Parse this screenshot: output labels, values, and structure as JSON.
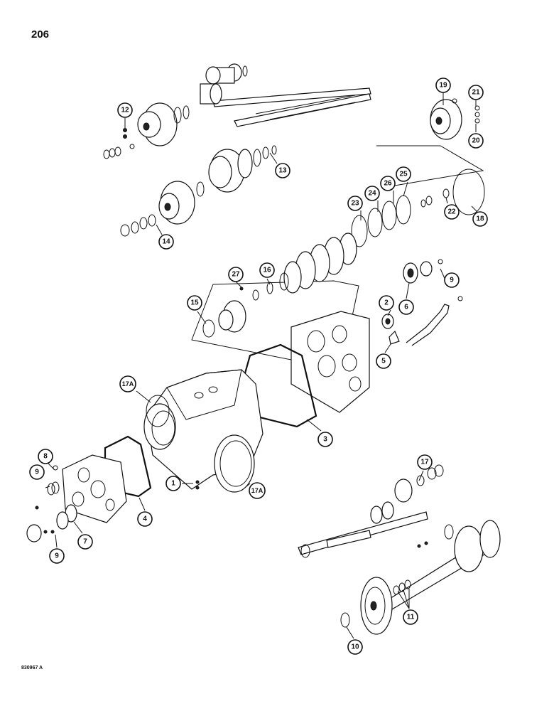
{
  "page": {
    "number": "206",
    "figure_id": "830967 A"
  },
  "callouts": [
    {
      "id": "c12",
      "label": "12"
    },
    {
      "id": "c13",
      "label": "13"
    },
    {
      "id": "c14",
      "label": "14"
    },
    {
      "id": "c19",
      "label": "19"
    },
    {
      "id": "c21",
      "label": "21"
    },
    {
      "id": "c20",
      "label": "20"
    },
    {
      "id": "c18",
      "label": "18"
    },
    {
      "id": "c22",
      "label": "22"
    },
    {
      "id": "c23",
      "label": "23"
    },
    {
      "id": "c24",
      "label": "24"
    },
    {
      "id": "c26",
      "label": "26"
    },
    {
      "id": "c25",
      "label": "25"
    },
    {
      "id": "c27",
      "label": "27"
    },
    {
      "id": "c16",
      "label": "16"
    },
    {
      "id": "c15",
      "label": "15"
    },
    {
      "id": "c9a",
      "label": "9"
    },
    {
      "id": "c6",
      "label": "6"
    },
    {
      "id": "c2",
      "label": "2"
    },
    {
      "id": "c5",
      "label": "5"
    },
    {
      "id": "c17a1",
      "label": "17A"
    },
    {
      "id": "c3",
      "label": "3"
    },
    {
      "id": "c8",
      "label": "8"
    },
    {
      "id": "c9b",
      "label": "9"
    },
    {
      "id": "c1",
      "label": "1"
    },
    {
      "id": "c17a2",
      "label": "17A"
    },
    {
      "id": "c4",
      "label": "4"
    },
    {
      "id": "c7",
      "label": "7"
    },
    {
      "id": "c9c",
      "label": "9"
    },
    {
      "id": "c17",
      "label": "17"
    },
    {
      "id": "c11",
      "label": "11"
    },
    {
      "id": "c10",
      "label": "10"
    }
  ]
}
